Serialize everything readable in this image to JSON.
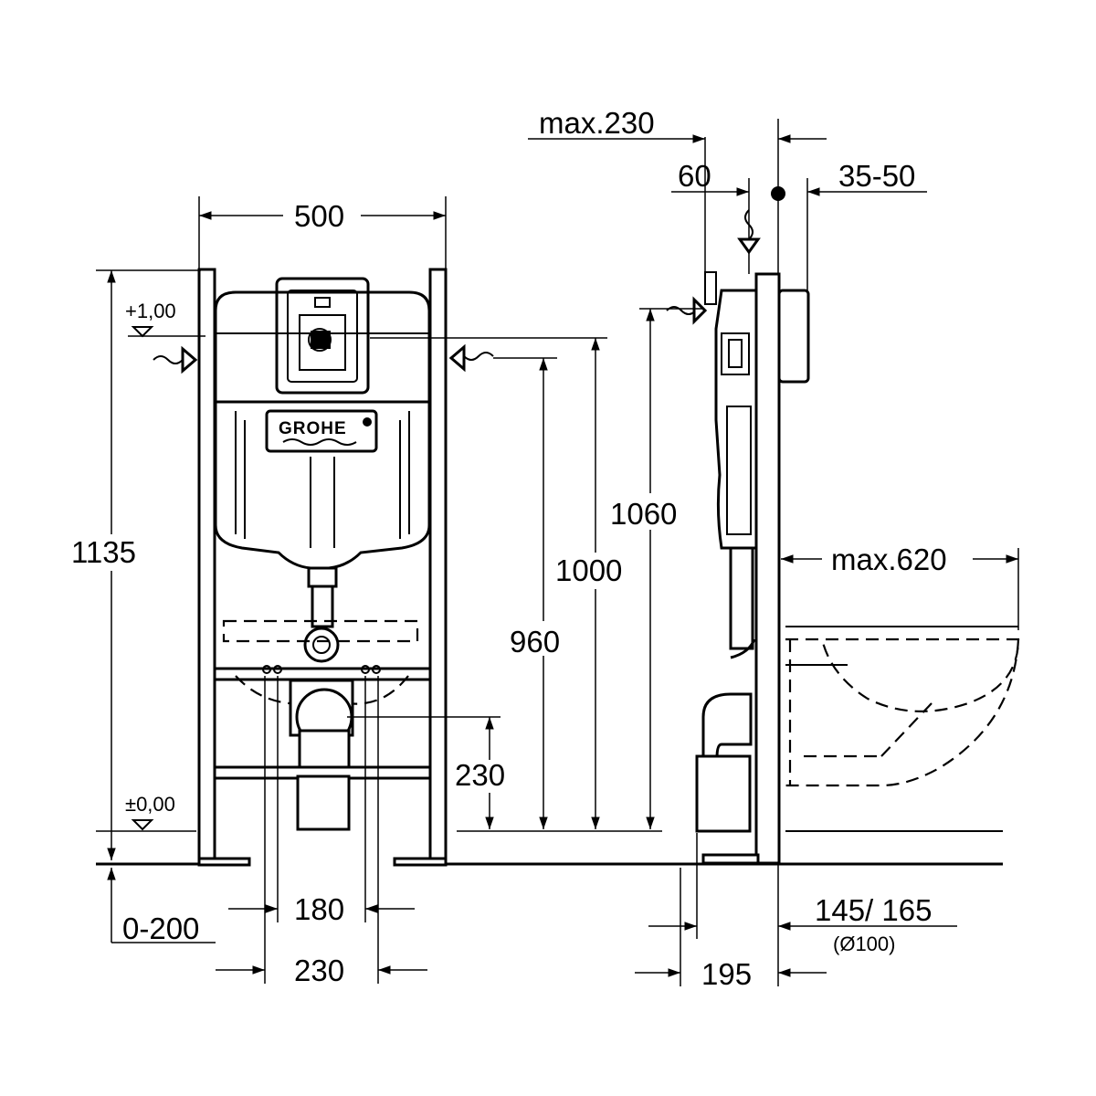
{
  "brand": {
    "logo_text": "GROHE"
  },
  "front_view": {
    "width": "500",
    "total_height": "1135",
    "height_1000": "1000",
    "height_960": "960",
    "height_230": "230",
    "spacing_180": "180",
    "spacing_230": "230",
    "floor_range": "0-200",
    "level_top": "+1,00",
    "level_zero": "±0,00"
  },
  "side_view": {
    "max_230": "max.230",
    "d_60": "60",
    "d_35_50": "35-50",
    "height_1060": "1060",
    "max_620": "max.620",
    "d_145_165": "145/ 165",
    "diameter": "(Ø100)",
    "d_195": "195"
  }
}
